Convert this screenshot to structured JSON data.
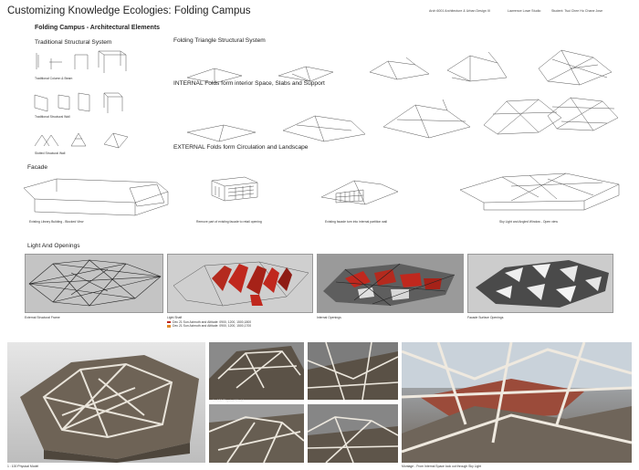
{
  "header": {
    "title": "Customizing Knowledge Ecologies: Folding Campus",
    "course": "Arch 6001 Architecture & Urban Design III",
    "studio": "Lawrence Lowe Studio",
    "students": "Student: Tsui Chee Ho Chane Jose"
  },
  "sections": {
    "arch_elements": "Folding Campus - Architectural Elements",
    "traditional": "Traditional Structural System",
    "folding_triangle": "Folding Triangle Structural System",
    "internal_folds": "INTERNAL Folds form interior Space, Slabs and Support",
    "external_folds": "EXTERNAL Folds form Circulation and Landscape",
    "facade": "Facade",
    "light": "Light And Openings"
  },
  "traditional_captions": [
    "Traditional Column & Beam",
    "Traditional Structural Wall",
    "Slotted Structural Wall"
  ],
  "facade_captions": [
    "Existing Library Building - Blocked View",
    "Remove part of existing facade to retail opening",
    "Existing facade turn into internal partition wall",
    "Sky Light and Angled Window - Open view"
  ],
  "light_captions": [
    "External Structural Frame",
    "Light Shaft",
    "Internal Openings",
    "Facade Surface Openings"
  ],
  "legend": [
    {
      "color": "#c0281e",
      "label": "Dec 21 Sun Azimuth and Altitude: 0900, 1200, 1500,1800"
    },
    {
      "color": "#e08a2a",
      "label": "Dec 21 Sun Azimuth and Altitude: 0900, 1200, 1500,1700"
    }
  ],
  "photo_captions": {
    "model": "1 : 100 Physical Model",
    "model_small": "1 : 100 Physical Model",
    "montage": "Montage - From Internal Space look out through Sky Light"
  }
}
